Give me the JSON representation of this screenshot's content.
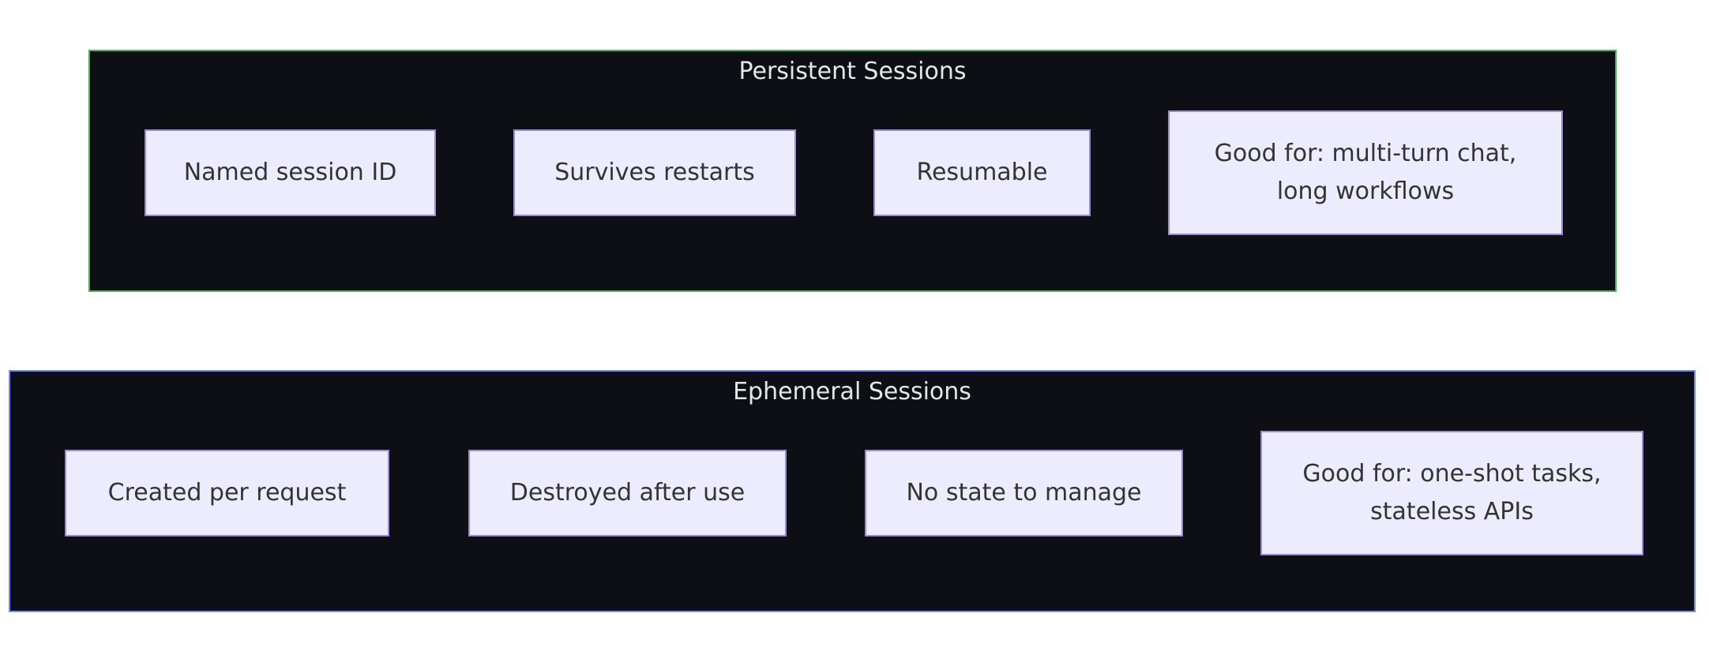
{
  "colors": {
    "background": "#ffffff",
    "group_fill": "#0e0f14",
    "persistent_border": "#4caf50",
    "ephemeral_border": "#6b8cff",
    "node_fill": "#ececfe",
    "node_border": "#9b8bd6",
    "node_text": "#333333",
    "group_title_text": "#e6e6e6"
  },
  "persistent": {
    "title": "Persistent Sessions",
    "nodes": [
      {
        "label": "Named session ID"
      },
      {
        "label": "Survives restarts"
      },
      {
        "label": "Resumable"
      },
      {
        "label": "Good for: multi-turn chat, long workflows"
      }
    ]
  },
  "ephemeral": {
    "title": "Ephemeral Sessions",
    "nodes": [
      {
        "label": "Created per request"
      },
      {
        "label": "Destroyed after use"
      },
      {
        "label": "No state to manage"
      },
      {
        "label": "Good for: one-shot tasks, stateless APIs"
      }
    ]
  }
}
